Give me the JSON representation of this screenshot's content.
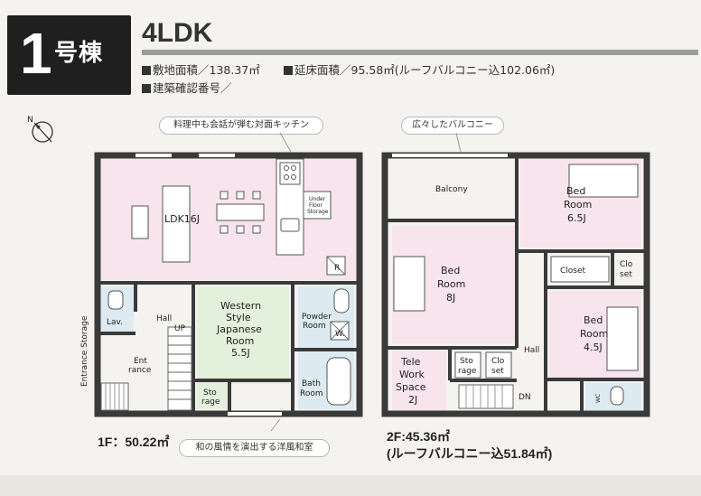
{
  "header": {
    "badge_number": "1",
    "badge_suffix": "号棟",
    "layout_type": "4LDK",
    "site_area": "敷地面積／138.37㎡",
    "floor_area": "延床面積／95.58㎡(ルーフバルコニー込102.06㎡)",
    "permit_number": "建築確認番号／"
  },
  "callouts": {
    "kitchen": "料理中も会話が弾む対面キッチン",
    "balcony": "広々したバルコニー",
    "washitsu": "和の風情を演出する洋風和室"
  },
  "floor1": {
    "area_label": "1F：50.22㎡",
    "rooms": {
      "ldk": "LDK16J",
      "under_floor": [
        "Under",
        "Floor",
        "Storage"
      ],
      "refrigerator": "R",
      "lav": "Lav.",
      "hall": "Hall",
      "up": "UP",
      "japanese_room": [
        "Western",
        "Style",
        "Japanese",
        "Room",
        "5.5J"
      ],
      "powder_room": [
        "Powder",
        "Room"
      ],
      "washer": "W.",
      "entrance_storage": "Entrance Storage",
      "entrance": [
        "Ent",
        "rance"
      ],
      "storage": [
        "Sto",
        "rage"
      ],
      "bath_room": [
        "Bath",
        "Room"
      ]
    }
  },
  "floor2": {
    "area_label": "2F:45.36㎡",
    "area_note": "(ルーフバルコニー込51.84㎡)",
    "rooms": {
      "balcony": "Balcony",
      "bed_main": [
        "Bed",
        "Room",
        "8J"
      ],
      "bed_65": [
        "Bed",
        "Room",
        "6.5J"
      ],
      "closet": "Closet",
      "closet_small": [
        "Clo",
        "set"
      ],
      "bed_45": [
        "Bed",
        "Room",
        "4.5J"
      ],
      "hall": "Hall",
      "dn": "DN",
      "telework": [
        "Tele",
        "Work",
        "Space",
        "2J"
      ],
      "storage": [
        "Sto",
        "rage"
      ],
      "closet_mini": [
        "Clo",
        "set"
      ],
      "wc": "WC"
    }
  },
  "colors": {
    "ldk_fill": "#f7e4ec",
    "japanese_fill": "#e3f0dc",
    "wet_fill": "#ddeaf2",
    "wall": "#3a3a3a",
    "badge_bg": "#1f1f1f"
  },
  "icons": [
    "compass-icon"
  ]
}
